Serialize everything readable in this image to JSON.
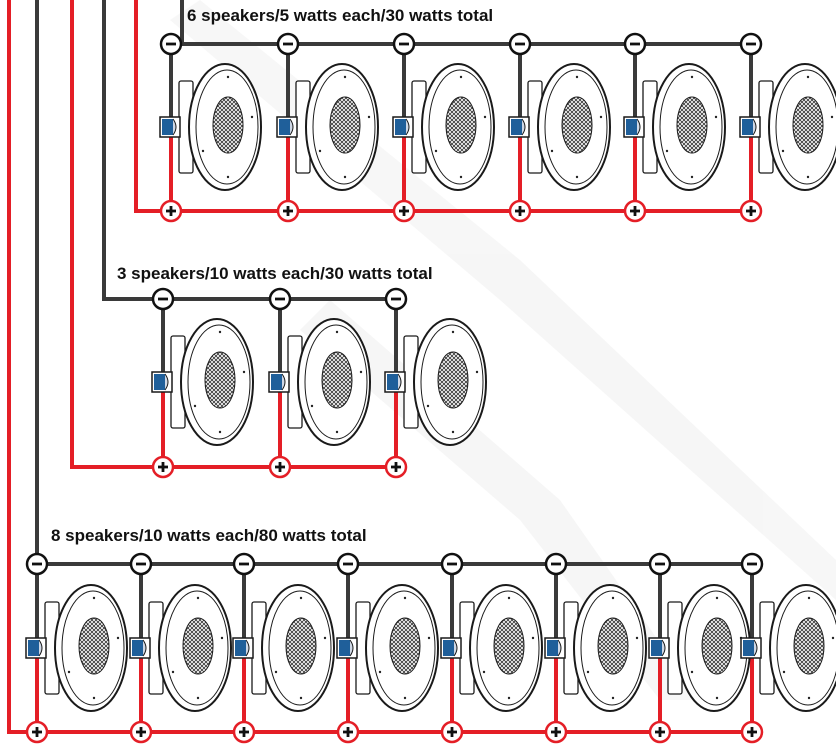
{
  "diagram": {
    "colors": {
      "negative_wire": "#3a3a3a",
      "positive_wire": "#e41e26",
      "speaker_outline": "#1a1a1a",
      "magnet": "#1f5f9a",
      "background": "#ffffff"
    },
    "terminal_symbols": {
      "negative": "−",
      "positive": "+"
    },
    "groups": [
      {
        "caption": "6 speakers/5 watts each/30 watts total",
        "speaker_count": 6,
        "watts_each": 5,
        "watts_total": 30
      },
      {
        "caption": "3 speakers/10 watts each/30 watts total",
        "speaker_count": 3,
        "watts_each": 10,
        "watts_total": 30
      },
      {
        "caption": "8 speakers/10 watts each/80 watts total",
        "speaker_count": 8,
        "watts_each": 10,
        "watts_total": 80
      }
    ]
  }
}
